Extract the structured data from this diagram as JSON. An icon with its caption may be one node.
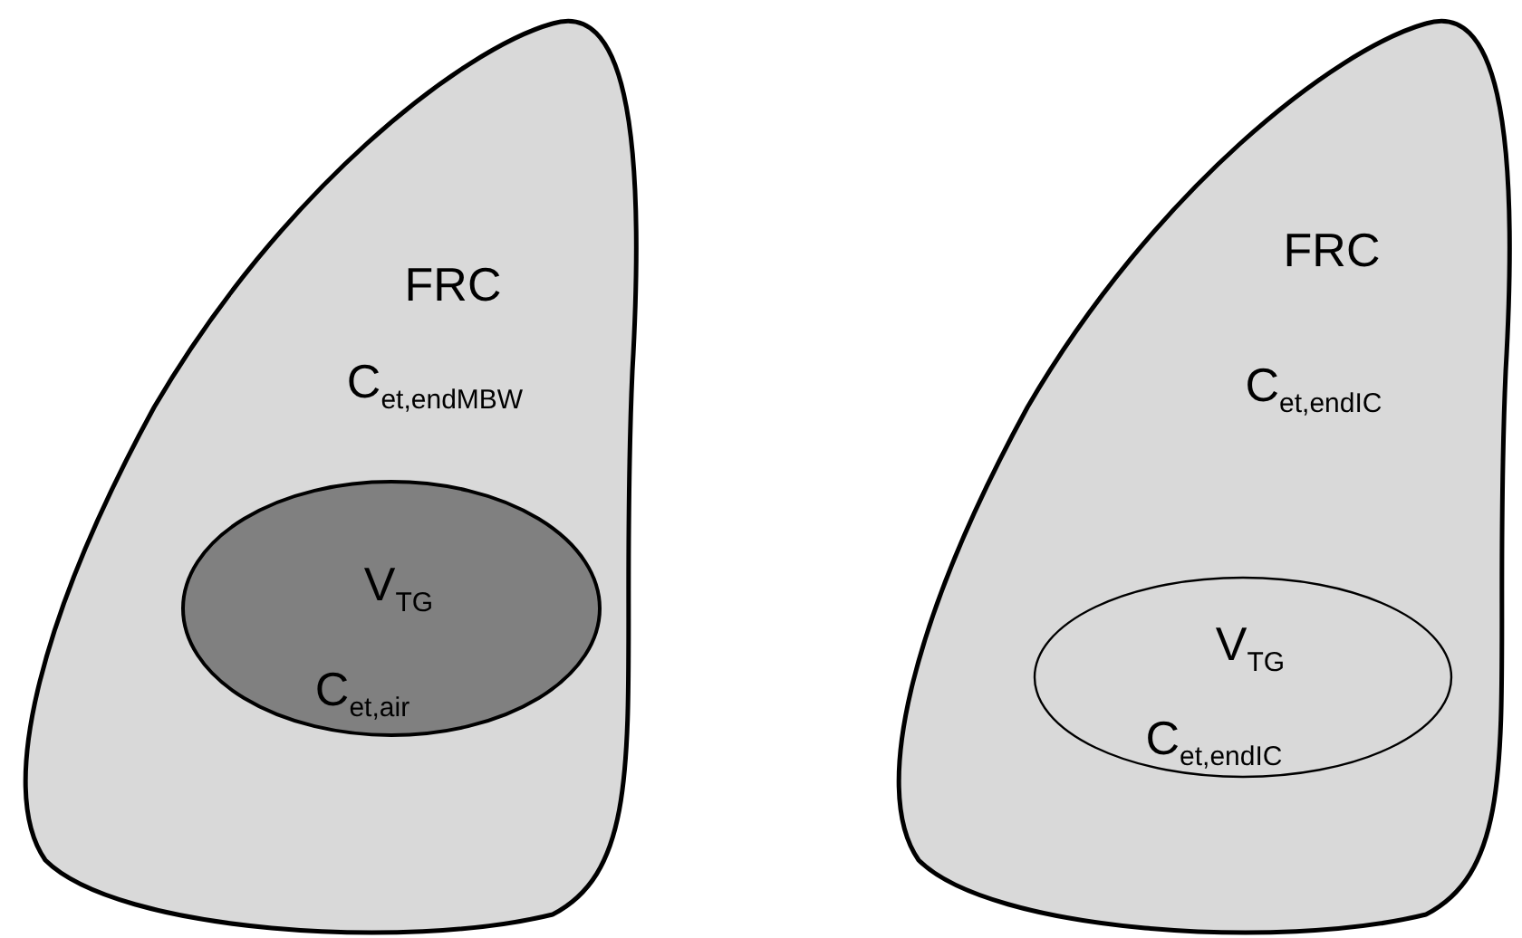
{
  "diagram": {
    "nodes": [
      {
        "text": [
          "FRC",
          "C$_{et,endMBW}$"
        ]
      },
      {
        "text": [
          "V$_{TG}$",
          "C$_{et,air}$"
        ],
        "in": 0
      },
      {
        "text": [
          "FRC",
          "C$_{et,endIC}$"
        ]
      },
      {
        "text": [
          "V$_{TG}$",
          "C$_{et,endIC}$"
        ],
        "in": 2
      }
    ]
  }
}
